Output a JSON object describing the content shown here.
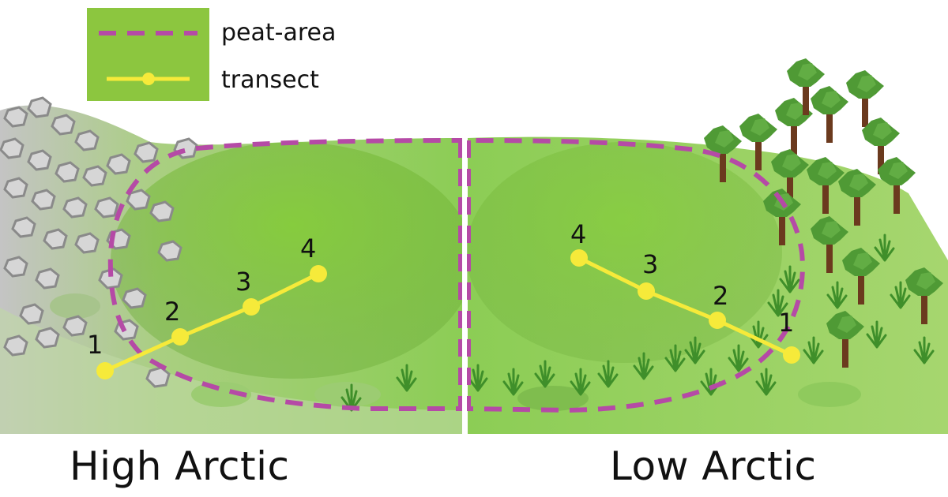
{
  "legend": {
    "peat_area_label": "peat-area",
    "transect_label": "transect"
  },
  "regions": {
    "high_arctic": "High Arctic",
    "low_arctic": "Low Arctic"
  },
  "transects": {
    "high_arctic_points": [
      "1",
      "2",
      "3",
      "4"
    ],
    "low_arctic_points": [
      "1",
      "2",
      "3",
      "4"
    ]
  },
  "colors": {
    "peat_area_outline": "#b54aa6",
    "transect": "#f6ea3a",
    "vegetation": "#7cc242",
    "rock": "#c8c8c8",
    "tree_trunk": "#6b3a1e"
  },
  "icons": [
    "rock-icon",
    "tree-icon",
    "grass-icon"
  ]
}
